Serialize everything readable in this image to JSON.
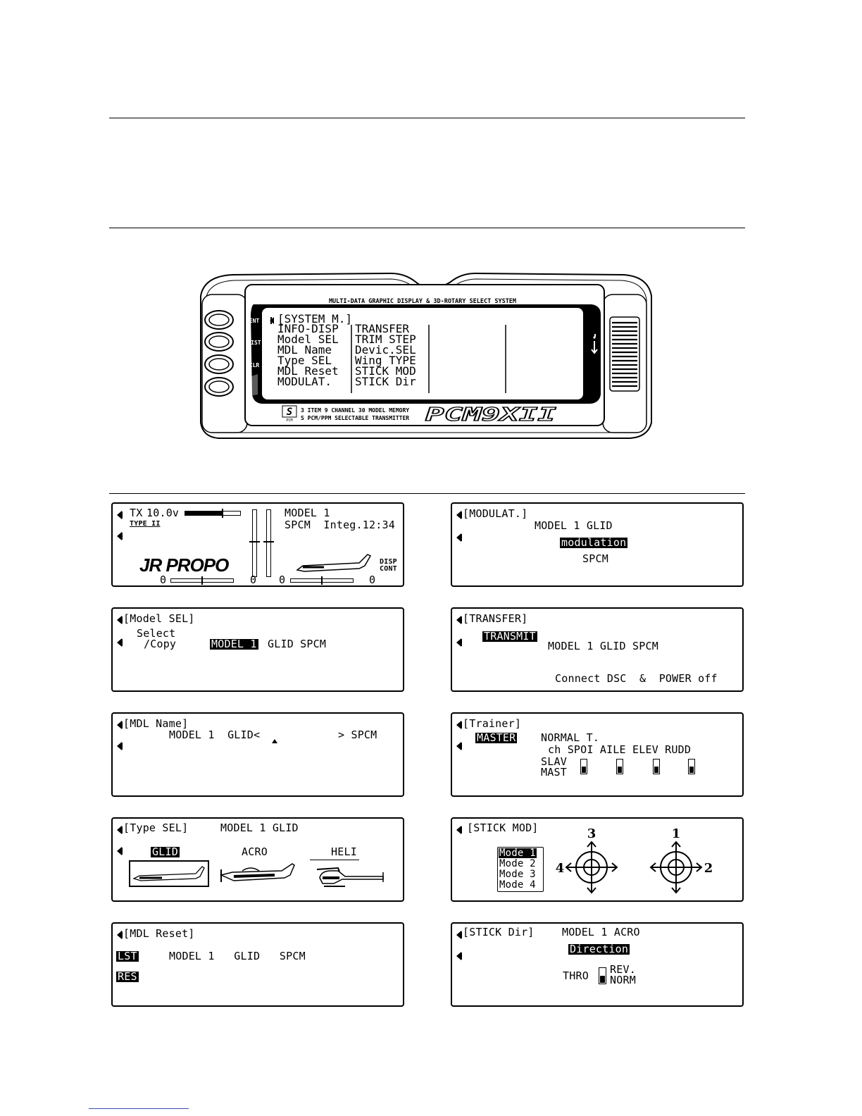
{
  "transmitter": {
    "top_banner": "MULTI-DATA GRAPHIC DISPLAY & 3D-ROTARY SELECT SYSTEM",
    "buttons": [
      "ENT",
      "LIST",
      "CLR"
    ],
    "screen": {
      "title": "[SYSTEM M.]",
      "col1": [
        "INFO-DISP",
        "Model SEL",
        "MDL Name",
        "Type SEL",
        "MDL Reset",
        "MODULAT."
      ],
      "col2": [
        "TRANSFER",
        "TRIM STEP",
        "Devic.SEL",
        "Wing TYPE",
        "STICK MOD",
        "STICK Dir"
      ]
    },
    "footer_badge": "S",
    "footer_badge_sub": "PCM",
    "footer_line1": "3 ITEM  9 CHANNEL  30 MODEL MEMORY",
    "footer_line2": "S PCM/PPM SELECTABLE TRANSMITTER",
    "logo": "PCM9XII"
  },
  "panels": {
    "info": {
      "tx_label": "TX",
      "voltage": "10.0v",
      "type": "TYPE II",
      "model": "MODEL 1",
      "mode_time": "SPCM  Integ.12:34",
      "brand": "JR PROPO",
      "disp": "DISP",
      "cont": "CONT",
      "trim_left_a": "0",
      "trim_left_b": "0",
      "trim_right_a": "0",
      "trim_right_b": "0"
    },
    "modulat": {
      "title": "[MODULAT.]",
      "model": "MODEL 1 GLID",
      "label": "modulation",
      "value": "SPCM"
    },
    "model_sel": {
      "title": "[Model SEL]",
      "line1": "Select",
      "line2": "/Copy",
      "selected": "MODEL 1",
      "info": "GLID SPCM"
    },
    "transfer": {
      "title": "[TRANSFER]",
      "button": "TRANSMIT",
      "model": "MODEL 1 GLID SPCM",
      "hint": "Connect DSC  &  POWER off"
    },
    "mdl_name": {
      "title": "[MDL Name]",
      "line": "MODEL 1  GLID<",
      "end": "> SPCM"
    },
    "trainer": {
      "title": "[Trainer]",
      "button": "MASTER",
      "mode": "NORMAL T.",
      "header": "ch SPOI AILE ELEV RUDD",
      "slav": "SLAV",
      "mast": "MAST"
    },
    "type_sel": {
      "title": "[Type SEL]",
      "model": "MODEL 1 GLID",
      "types": [
        "GLID",
        "ACRO",
        "HELI"
      ]
    },
    "stick_mod": {
      "title": "[STICK MOD]",
      "modes": [
        "Mode 1",
        "Mode 2",
        "Mode 3",
        "Mode 4"
      ],
      "n3": "3",
      "n4": "4",
      "n1": "1",
      "n2": "2"
    },
    "mdl_reset": {
      "title": "[MDL Reset]",
      "lst": "LST",
      "res": "RES",
      "model": "MODEL 1   GLID   SPCM"
    },
    "stick_dir": {
      "title": "[STICK Dir]",
      "model": "MODEL 1 ACRO",
      "label": "Direction",
      "thro": "THRO",
      "rev": "REV.",
      "norm": "NORM"
    }
  }
}
